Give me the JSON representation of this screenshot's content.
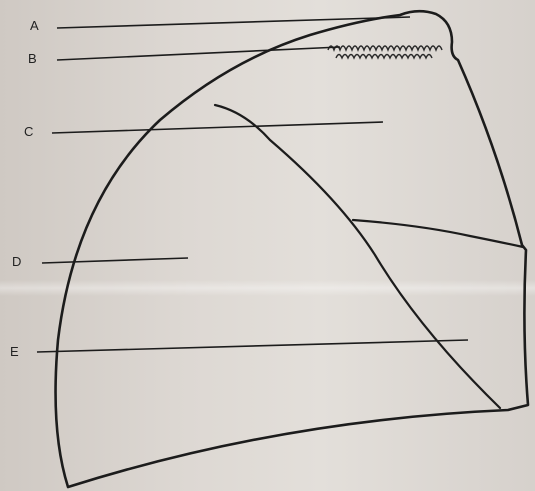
{
  "labels": {
    "a": "A",
    "b": "B",
    "c": "C",
    "d": "D",
    "e": "E"
  },
  "colors": {
    "ink": "#1c1c1c",
    "paper": "#ddd8d3"
  }
}
